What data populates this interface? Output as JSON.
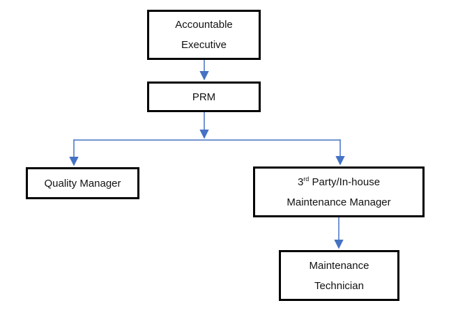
{
  "diagram": {
    "type": "org-chart",
    "background_color": "#FFFFFF",
    "box_border_color": "#000000",
    "connector_color": "#4472C4",
    "nodes": {
      "accountable_executive": {
        "line1": "Accountable",
        "line2": "Executive"
      },
      "prm": {
        "label": "PRM"
      },
      "quality_manager": {
        "label": "Quality Manager"
      },
      "maintenance_manager": {
        "line1_num": "3",
        "line1_sup": "rd",
        "line1_rest": " Party/In-house",
        "line2": "Maintenance Manager"
      },
      "maintenance_technician": {
        "line1": "Maintenance",
        "line2": "Technician"
      }
    },
    "edges": [
      {
        "from": "accountable_executive",
        "to": "prm"
      },
      {
        "from": "prm",
        "to": "quality_manager"
      },
      {
        "from": "prm",
        "to": "maintenance_manager"
      },
      {
        "from": "maintenance_manager",
        "to": "maintenance_technician"
      }
    ]
  }
}
